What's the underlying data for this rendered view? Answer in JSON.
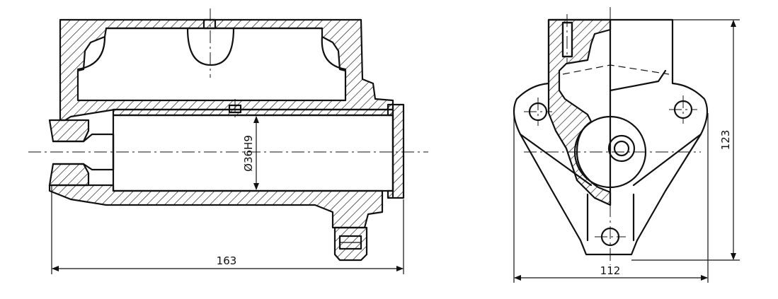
{
  "dimensions": {
    "front_length": "163",
    "bore_diameter": "Ø36H9",
    "side_width": "112",
    "side_height": "123"
  },
  "colors": {
    "line": "#111111",
    "background": "#ffffff"
  }
}
